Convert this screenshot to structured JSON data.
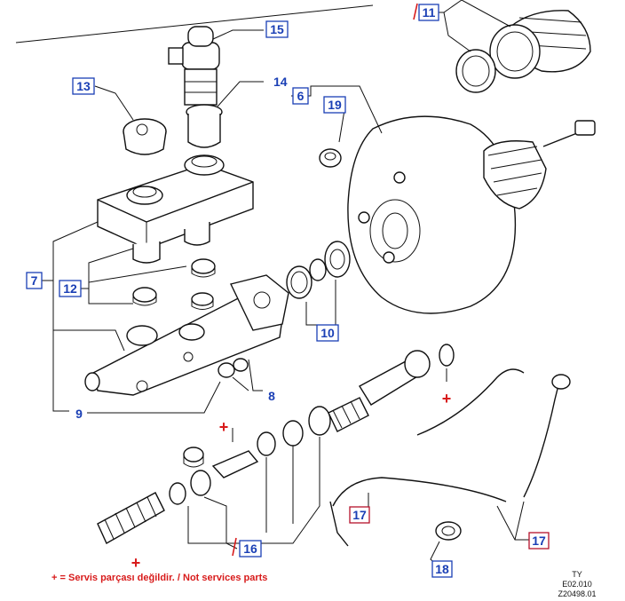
{
  "callouts": {
    "c15": "15",
    "c14": "14",
    "c13": "13",
    "c6": "6",
    "c19": "19",
    "c11": "11",
    "c7": "7",
    "c12": "12",
    "c10": "10",
    "c8": "8",
    "c9": "9",
    "c16": "16",
    "c17a": "17",
    "c17b": "17",
    "c18": "18"
  },
  "markers": {
    "plus": "+"
  },
  "footnote": {
    "symbol": "+",
    "separator": "=",
    "text": "Servis parçası değildir. / Not services parts"
  },
  "reference": {
    "line1": "TY",
    "line2": "E02.010",
    "line3": "Z20498.01"
  },
  "colors": {
    "callout_blue": "#1a3fb5",
    "callout_red": "#d81b1b",
    "line": "#111111"
  }
}
